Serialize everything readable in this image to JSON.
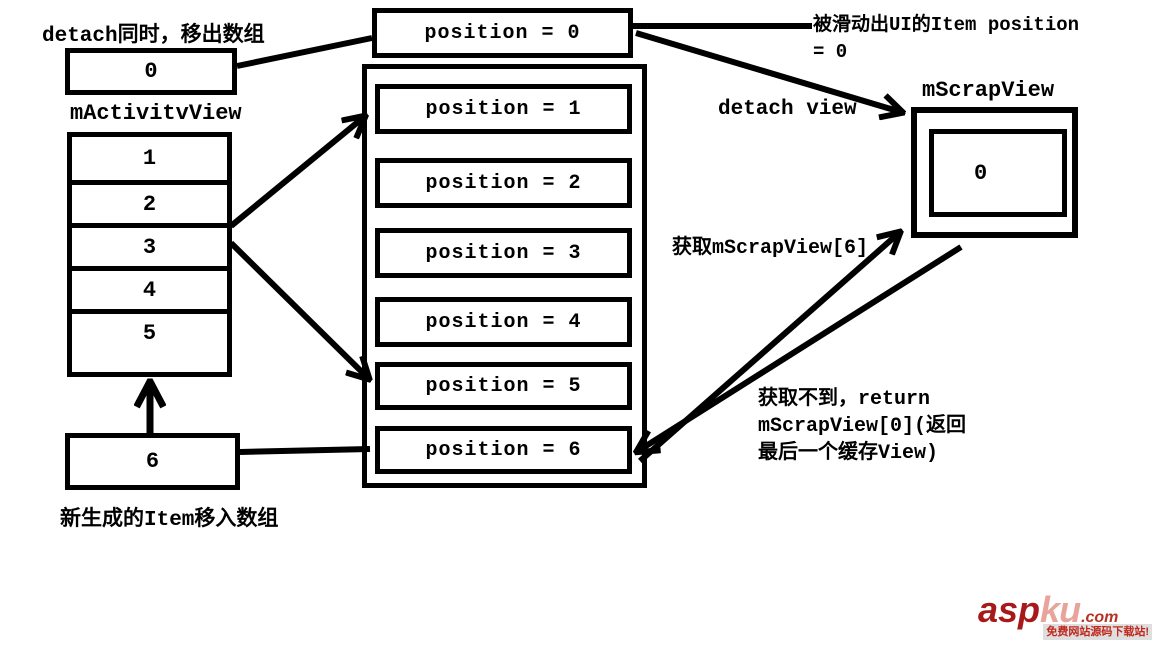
{
  "diagram": {
    "notes": {
      "detach_note": "detach同时，移出数组",
      "activity_view_label": "mActivitvView",
      "new_item_note": "新生成的Item移入数组",
      "scrolled_out_line1": "被滑动出UI的Item position",
      "scrolled_out_line2": "= 0",
      "detach_view_label": "detach view",
      "scrap_view_label": "mScrapView",
      "get_scrap_label": "获取mScrapView[6]",
      "return_line1": "获取不到，return",
      "return_line2": "mScrapView[0](返回",
      "return_line3": "最后一个缓存View)"
    },
    "removed_item_value": "0",
    "activity_items": [
      "1",
      "2",
      "3",
      "4",
      "5"
    ],
    "new_item_value": "6",
    "position_labels": [
      "position = 0",
      "position = 1",
      "position = 2",
      "position = 3",
      "position = 4",
      "position = 5",
      "position = 6"
    ],
    "scrap_item_value": "0",
    "colors": {
      "line": "#000000",
      "background": "#ffffff"
    }
  },
  "watermark": {
    "brand_primary": "asp",
    "brand_secondary": "ku",
    "brand_tld": ".com",
    "tagline": "免费网站源码下载站!",
    "colors": {
      "primary": "#a81a1a",
      "secondary": "#e8a49b",
      "tagline": "#c0281e"
    }
  }
}
